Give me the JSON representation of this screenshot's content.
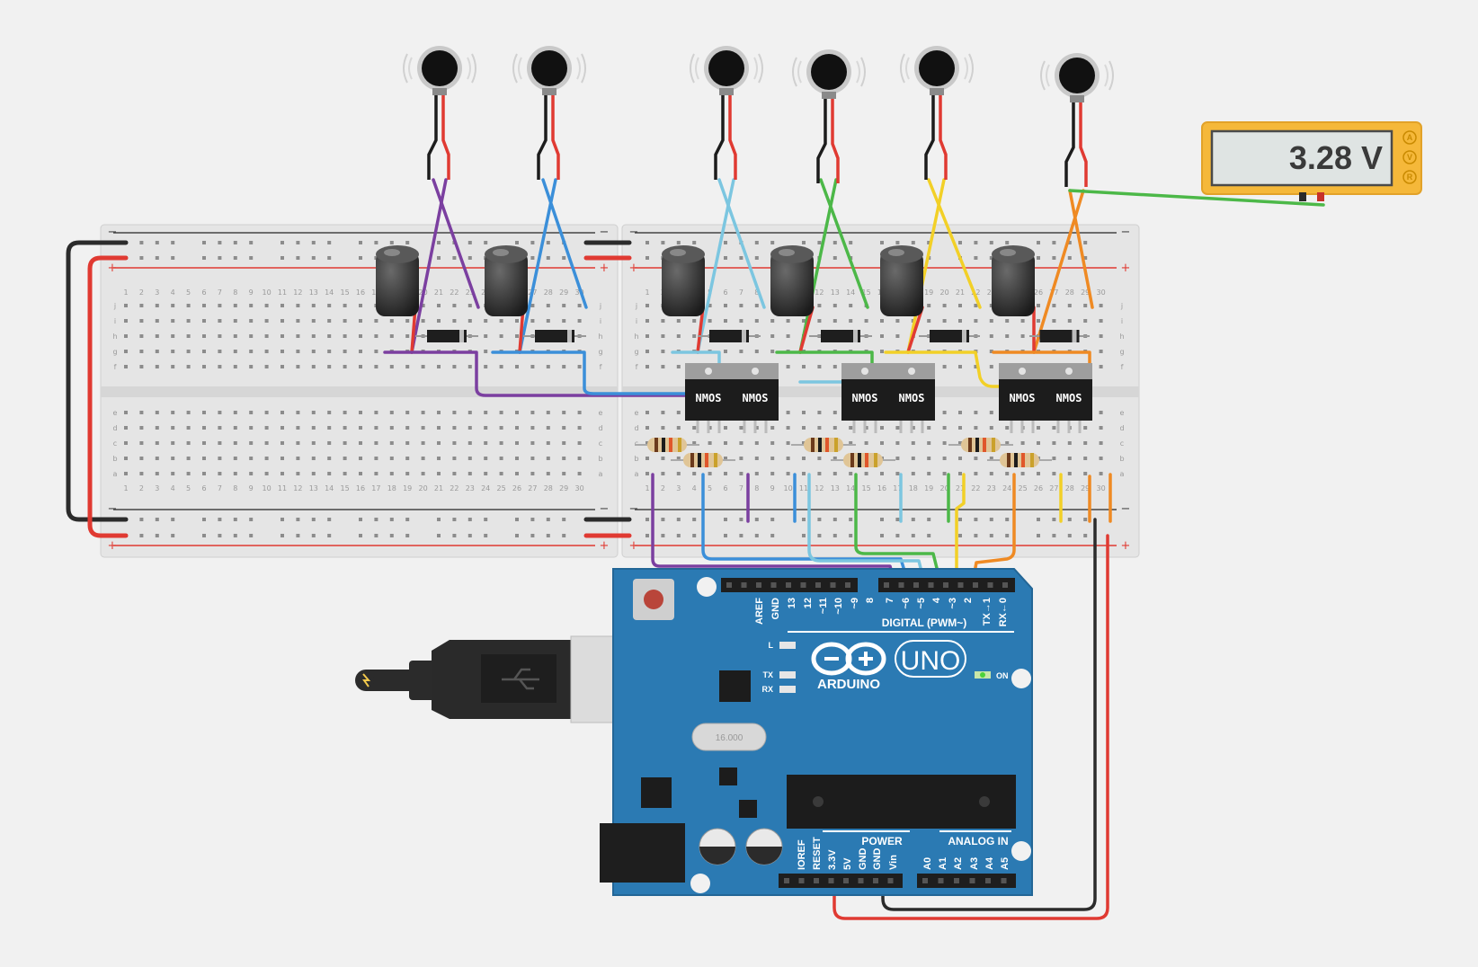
{
  "multimeter": {
    "reading": "3.28 V",
    "modes": [
      "A",
      "V",
      "R"
    ]
  },
  "nmos_label": "NMOS",
  "arduino": {
    "logo": "ARDUINO",
    "model": "UNO",
    "on_label": "ON",
    "led_labels": [
      "L",
      "TX",
      "RX"
    ],
    "digital_header": "DIGITAL (PWM~)",
    "digital_pins": [
      "AREF",
      "GND",
      "13",
      "12",
      "~11",
      "~10",
      "~9",
      "8",
      "7",
      "~6",
      "~5",
      "4",
      "~3",
      "2",
      "TX→1",
      "RX←0"
    ],
    "power_header": "POWER",
    "power_pins": [
      "IOREF",
      "RESET",
      "3.3V",
      "5V",
      "GND",
      "GND",
      "Vin"
    ],
    "analog_header": "ANALOG IN",
    "analog_pins": [
      "A0",
      "A1",
      "A2",
      "A3",
      "A4",
      "A5"
    ],
    "crystal": "16.000"
  },
  "breadboard": {
    "rows_top": [
      "j",
      "i",
      "h",
      "g",
      "f"
    ],
    "rows_bottom": [
      "e",
      "d",
      "c",
      "b",
      "a"
    ],
    "plus": "+",
    "minus": "−"
  },
  "wire_colors": {
    "purple": "#7b3fa0",
    "blue": "#3b8fd9",
    "lightblue": "#7cc6e0",
    "green": "#4cb848",
    "yellow": "#f2d027",
    "orange": "#ef8a23",
    "red": "#e03a32",
    "black": "#2b2b2b"
  }
}
